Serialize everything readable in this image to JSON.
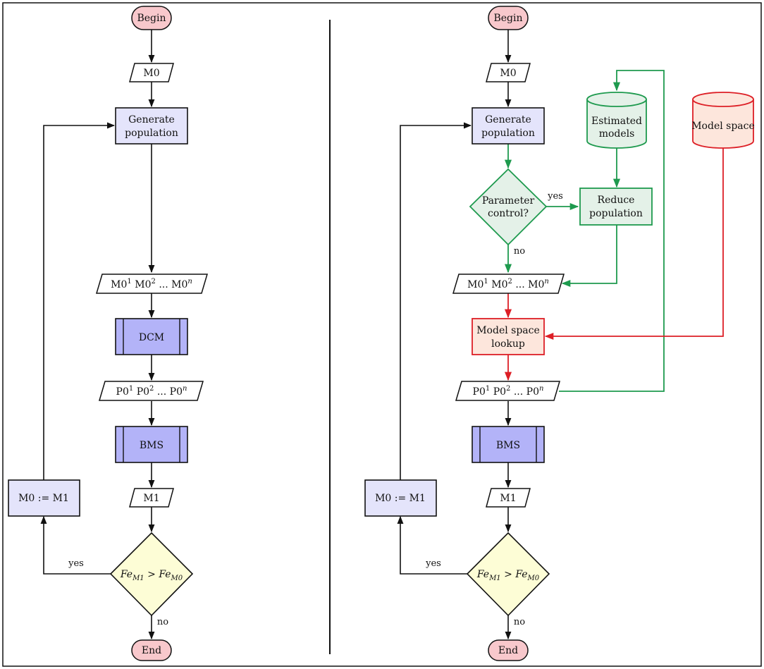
{
  "colors": {
    "black": "#111111",
    "green": "#1e9a4e",
    "red": "#dd1f26",
    "terminal_fill": "#f8c8cc",
    "process_fill": "#e4e4fb",
    "subroutine_fill": "#b3b3f8",
    "decision_fill": "#fdfdd6",
    "green_fill": "#e4f1e8",
    "red_fill": "#fde6dc"
  },
  "left": {
    "begin": "Begin",
    "m0": "M0",
    "generate": [
      "Generate",
      "population"
    ],
    "models_list": {
      "parts": [
        "M0",
        "1",
        " M0",
        "2",
        " ... M0",
        "n"
      ]
    },
    "dcm": "DCM",
    "params_list": {
      "parts": [
        "P0",
        "1",
        " P0",
        "2",
        " ... P0",
        "n"
      ]
    },
    "bms": "BMS",
    "m1": "M1",
    "assign": "M0 := M1",
    "decision": {
      "fe": "Fe",
      "sub1": "M1",
      "op": " > ",
      "sub0": "M0"
    },
    "yes": "yes",
    "no": "no",
    "end": "End"
  },
  "right": {
    "begin": "Begin",
    "m0": "M0",
    "generate": [
      "Generate",
      "population"
    ],
    "param_control": [
      "Parameter",
      "control?"
    ],
    "yes_param": "yes",
    "no_param": "no",
    "estimated": [
      "Estimated",
      "models"
    ],
    "reduce": [
      "Reduce",
      "population"
    ],
    "model_space": "Model space",
    "models_list": {
      "parts": [
        "M0",
        "1",
        " M0",
        "2",
        " ... M0",
        "n"
      ]
    },
    "lookup": [
      "Model space",
      "lookup"
    ],
    "params_list": {
      "parts": [
        "P0",
        "1",
        " P0",
        "2",
        " ... P0",
        "n"
      ]
    },
    "bms": "BMS",
    "m1": "M1",
    "assign": "M0 := M1",
    "decision": {
      "fe": "Fe",
      "sub1": "M1",
      "op": " > ",
      "sub0": "M0"
    },
    "yes": "yes",
    "no": "no",
    "end": "End"
  }
}
